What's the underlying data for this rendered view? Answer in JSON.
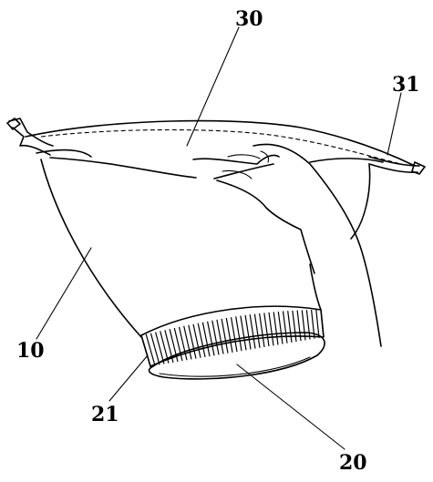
{
  "labels": {
    "bag_opening": "30",
    "drawstring": "31",
    "bag_body": "10",
    "cuff_band": "21",
    "base": "20"
  }
}
